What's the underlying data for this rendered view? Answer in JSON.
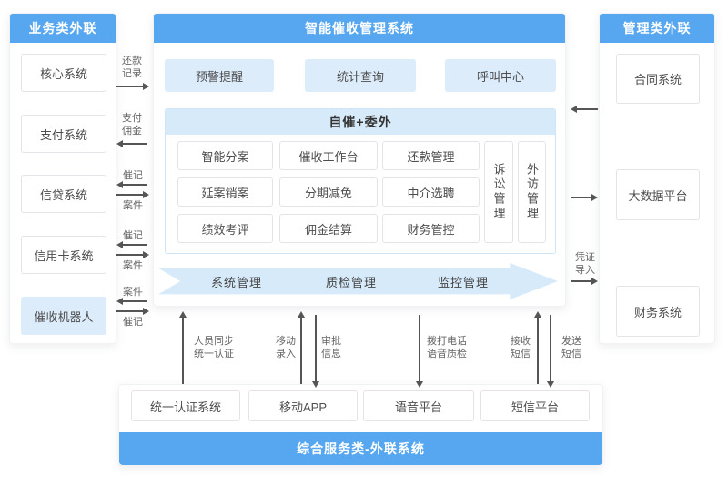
{
  "palette": {
    "primary_blue": "#57a7f0",
    "light_blue_fill": "#dcecfb",
    "banner_blue": "#d7eafa",
    "arrow_gray": "#555555"
  },
  "left_panel": {
    "title": "业务类外联",
    "systems": [
      "核心系统",
      "支付系统",
      "信贷系统",
      "信用卡系统",
      "催收机器人"
    ]
  },
  "center_panel": {
    "title": "智能催收管理系统",
    "top_modules": [
      "预警提醒",
      "统计查询",
      "呼叫中心"
    ],
    "core_section": {
      "title": "自催+委外",
      "modules": [
        "智能分案",
        "催收工作台",
        "还款管理",
        "延案销案",
        "分期减免",
        "中介选聘",
        "绩效考评",
        "佣金结算",
        "财务管控"
      ],
      "vertical_modules": [
        "诉讼管理",
        "外访管理"
      ]
    },
    "banner_modules": [
      "系统管理",
      "质检管理",
      "监控管理"
    ]
  },
  "right_panel": {
    "title": "管理类外联",
    "systems": [
      "合同系统",
      "大数据平台",
      "财务系统"
    ]
  },
  "bottom_panel": {
    "title": "综合服务类-外联系统",
    "systems": [
      "统一认证系统",
      "移动APP",
      "语音平台",
      "短信平台"
    ]
  },
  "flows": {
    "repayment_record": "还款记录",
    "pay_commission": "支付佣金",
    "credit_reminder": "催记",
    "credit_case": "案件",
    "card_reminder": "催记",
    "card_case": "案件",
    "robot_case": "案件",
    "robot_reminder": "催记",
    "voucher_import": "凭证导入",
    "personnel_sync": "人员同步统一认证",
    "mobile_entry": "移动录入",
    "approval_info": "审批信息",
    "call_quality": "拨打电话语音质检",
    "receive_sms": "接收短信",
    "send_sms": "发送短信"
  }
}
